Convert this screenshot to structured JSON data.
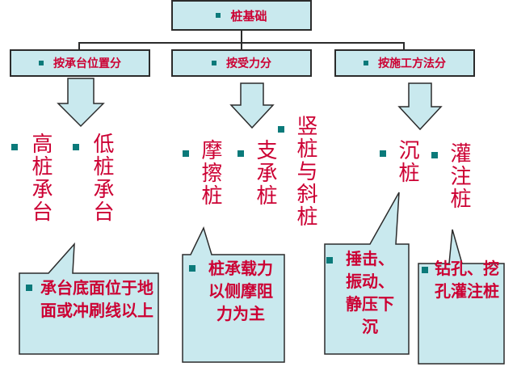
{
  "root": {
    "label": "桩基础"
  },
  "branches": [
    {
      "label": "按承台位置分"
    },
    {
      "label": "按受力分"
    },
    {
      "label": "按施工方法分"
    }
  ],
  "types": {
    "high": "高桩承台",
    "low": "低桩承台",
    "friction": "摩擦桩",
    "bearing": "支承桩",
    "vertical": "竖桩与斜桩",
    "sink": "沉桩",
    "pour": "灌注桩"
  },
  "notes": {
    "platform": "承台底面位于地面或冲刷线以上",
    "friction": "桩承载力以侧摩阻力为主",
    "sink": "捶击、振动、静压下沉",
    "pour": "钻孔、挖孔灌注桩"
  },
  "colors": {
    "box_fill": "#c9e9ee",
    "text": "#cc0033",
    "bullet": "#0b7a7a"
  }
}
